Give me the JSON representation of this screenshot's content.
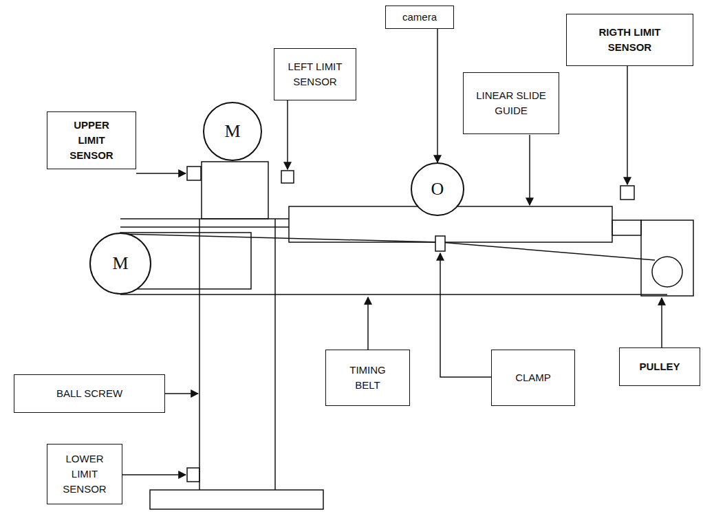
{
  "diagram": {
    "nodes": [
      {
        "text": [
          "camera"
        ]
      },
      {
        "text": [
          "RIGTH LIMIT SENSOR"
        ]
      },
      {
        "text": [
          "LEFT LIMIT SENSOR"
        ]
      },
      {
        "text": [
          "LINEAR SLIDE GUIDE"
        ]
      },
      {
        "text": [
          "UPPER LIMIT SENSOR"
        ]
      },
      {
        "text": [
          "M"
        ]
      },
      {
        "text": [
          "O"
        ]
      },
      {
        "text": [
          "M"
        ]
      },
      {
        "text": [
          "TIMING BELT"
        ]
      },
      {
        "text": [
          "CLAMP"
        ]
      },
      {
        "text": [
          "BALL SCREW"
        ]
      },
      {
        "text": [
          "PULLEY"
        ]
      },
      {
        "text": [
          "LOWER LIMIT SENSOR"
        ]
      }
    ],
    "edges": [
      {
        "from": 0,
        "to": 6,
        "arrow": "to"
      }
    ]
  }
}
